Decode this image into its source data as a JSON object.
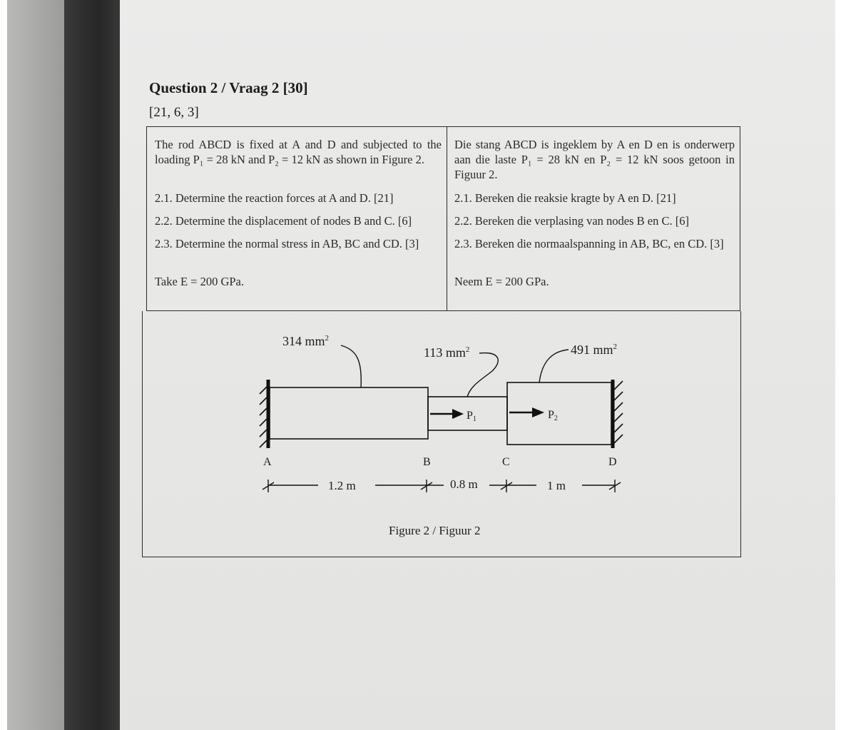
{
  "question": {
    "title": "Question 2 / Vraag 2 [30]",
    "marks": "[21, 6, 3]"
  },
  "english": {
    "intro": "The rod ABCD is fixed at A and D and subjected to the loading P₁ = 28 kN and P₂ = 12 kN as shown in Figure 2.",
    "q1": "2.1. Determine the reaction forces at A and D. [21]",
    "q2": "2.2. Determine the displacement of nodes B and C. [6]",
    "q3": "2.3. Determine the normal stress in AB, BC and CD. [3]",
    "note": "Take E = 200 GPa."
  },
  "afrikaans": {
    "intro": "Die stang ABCD is ingeklem by A en D en is onderwerp aan die laste P₁ = 28 kN en P₂ = 12 kN soos getoon in Figuur 2.",
    "q1": "2.1. Bereken die reaksie kragte by A en D. [21]",
    "q2": "2.2. Bereken die verplasing van nodes B en C. [6]",
    "q3": "2.3. Bereken die normaalspanning in AB, BC, en CD. [3]",
    "note": "Neem E = 200 GPa."
  },
  "figure": {
    "area_ab": "314 mm",
    "area_bc": "113 mm",
    "area_cd": "491 mm",
    "area_sup": "2",
    "load_1": "P",
    "load_1_sub": "1",
    "load_2": "P",
    "load_2_sub": "2",
    "node_a": "A",
    "node_b": "B",
    "node_c": "C",
    "node_d": "D",
    "length_ab": "1.2 m",
    "length_bc": "0.8 m",
    "length_cd": "1 m",
    "caption": "Figure 2 / Figuur 2"
  }
}
